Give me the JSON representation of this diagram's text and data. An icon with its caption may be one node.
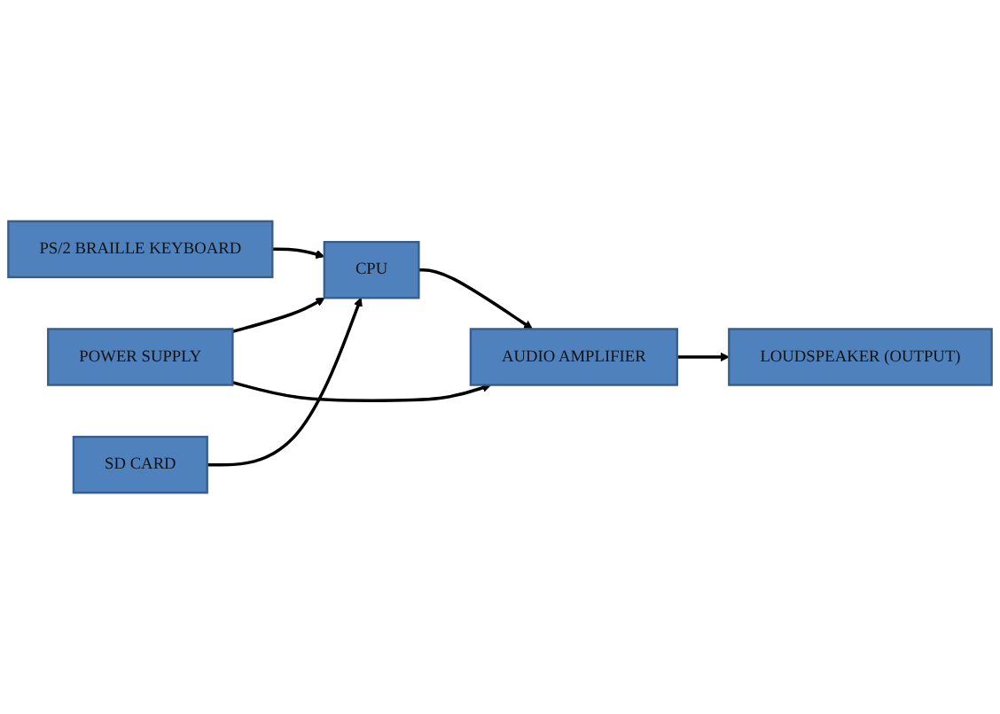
{
  "diagram": {
    "nodes": [
      {
        "text": [
          "POWER SUPPLY"
        ]
      },
      {
        "text": [
          "CPU"
        ]
      },
      {
        "text": [
          "AUDIO AMPLIFIER"
        ]
      },
      {
        "text": [
          "LOUDSPEAKER (OUTPUT)"
        ]
      },
      {
        "text": [
          "PS/2 BRAILLE KEYBOARD"
        ]
      },
      {
        "text": [
          "SD CARD"
        ]
      }
    ],
    "edges": [
      {
        "from": 0,
        "to": 1,
        "arrow": "to"
      },
      {
        "from": 1,
        "to": 2,
        "arrow": "to"
      },
      {
        "from": 2,
        "to": 3,
        "arrow": "to"
      },
      {
        "from": 0,
        "to": 2,
        "arrow": "to"
      },
      {
        "from": 4,
        "to": 1,
        "arrow": "to"
      },
      {
        "from": 5,
        "to": 1,
        "arrow": "to"
      }
    ]
  }
}
